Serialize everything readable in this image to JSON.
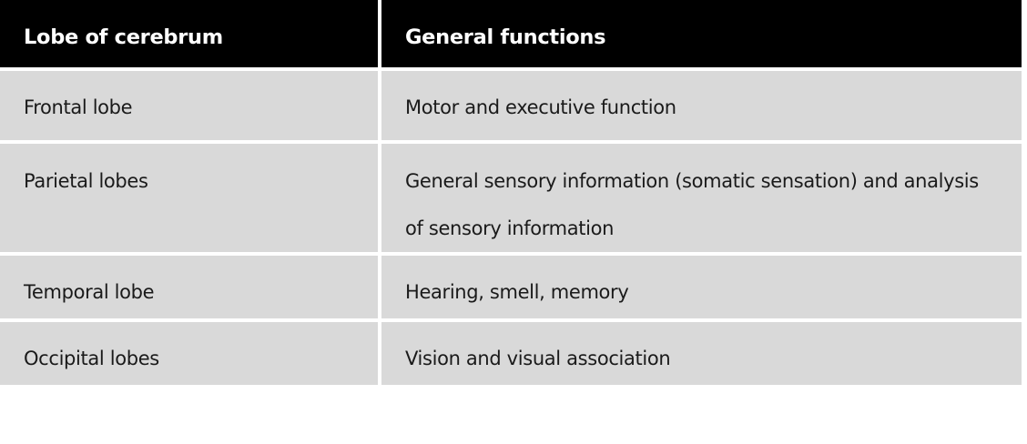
{
  "table": {
    "name": "lobes-of-cerebrum-table",
    "header": {
      "col1": "Lobe of cerebrum",
      "col2": "General functions"
    },
    "rows": [
      {
        "lobe": "Frontal lobe",
        "functions": "Motor and executive function"
      },
      {
        "lobe": "Parietal lobes",
        "functions": "General sensory information (somatic sensation) and analysis of sensory information"
      },
      {
        "lobe": "Temporal lobe",
        "functions": "Hearing, smell, memory"
      },
      {
        "lobe": "Occipital lobes",
        "functions": "Vision and visual association"
      }
    ]
  },
  "colors": {
    "header_background": "#000000",
    "header_text": "#ffffff",
    "row_background": "#d9d9d9",
    "row_text": "#1a1a1a",
    "page_background": "#ffffff",
    "gridline": "#ffffff"
  }
}
